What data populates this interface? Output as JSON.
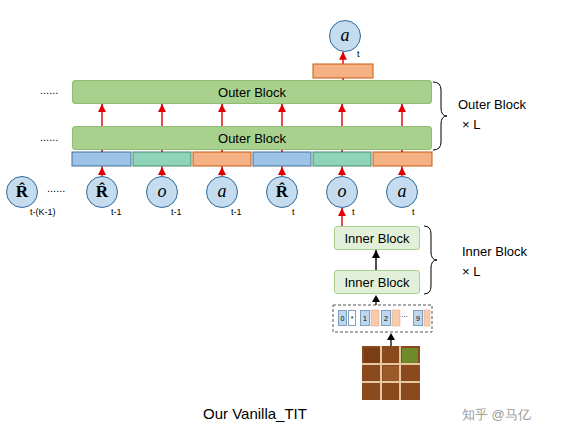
{
  "diagram": {
    "caption": "Our Vanilla_TIT",
    "nodes": [
      {
        "text": [
          "a",
          "t"
        ]
      },
      {
        "text": [
          "Outer Block"
        ]
      },
      {
        "text": [
          "Outer Block"
        ]
      },
      {
        "text": [
          "R̂",
          "t-(K-1)"
        ]
      },
      {
        "text": [
          "R̂",
          "t-1"
        ]
      },
      {
        "text": [
          "o",
          "t-1"
        ]
      },
      {
        "text": [
          "a",
          "t-1"
        ]
      },
      {
        "text": [
          "R̂",
          "t"
        ]
      },
      {
        "text": [
          "o",
          "t"
        ]
      },
      {
        "text": [
          "a",
          "t"
        ]
      },
      {
        "text": [
          "Inner Block"
        ]
      },
      {
        "text": [
          "Inner Block"
        ]
      },
      {
        "text": [
          "0"
        ]
      },
      {
        "text": [
          "*"
        ]
      },
      {
        "text": [
          "1"
        ]
      },
      {
        "text": [
          "2"
        ]
      },
      {
        "text": [
          "9"
        ]
      }
    ],
    "edges": [
      {
        "from": 1,
        "to": 0,
        "arrow": "to"
      },
      {
        "from": 2,
        "to": 1,
        "arrow": "to"
      },
      {
        "from": 2,
        "to": 1,
        "arrow": "to"
      },
      {
        "from": 2,
        "to": 1,
        "arrow": "to"
      },
      {
        "from": 2,
        "to": 1,
        "arrow": "to"
      },
      {
        "from": 2,
        "to": 1,
        "arrow": "to"
      },
      {
        "from": 2,
        "to": 1,
        "arrow": "to"
      },
      {
        "from": 4,
        "to": 2,
        "arrow": "to"
      },
      {
        "from": 5,
        "to": 2,
        "arrow": "to"
      },
      {
        "from": 6,
        "to": 2,
        "arrow": "to"
      },
      {
        "from": 7,
        "to": 2,
        "arrow": "to"
      },
      {
        "from": 8,
        "to": 2,
        "arrow": "to"
      },
      {
        "from": 9,
        "to": 2,
        "arrow": "to"
      },
      {
        "from": 10,
        "to": 8,
        "arrow": "to"
      },
      {
        "from": 11,
        "to": 10,
        "arrow": "to"
      }
    ],
    "labels": [
      "......",
      "......",
      "......",
      "Outer Block",
      "× L",
      "Inner Block",
      "× L",
      "...",
      "知乎 @马亿"
    ]
  }
}
